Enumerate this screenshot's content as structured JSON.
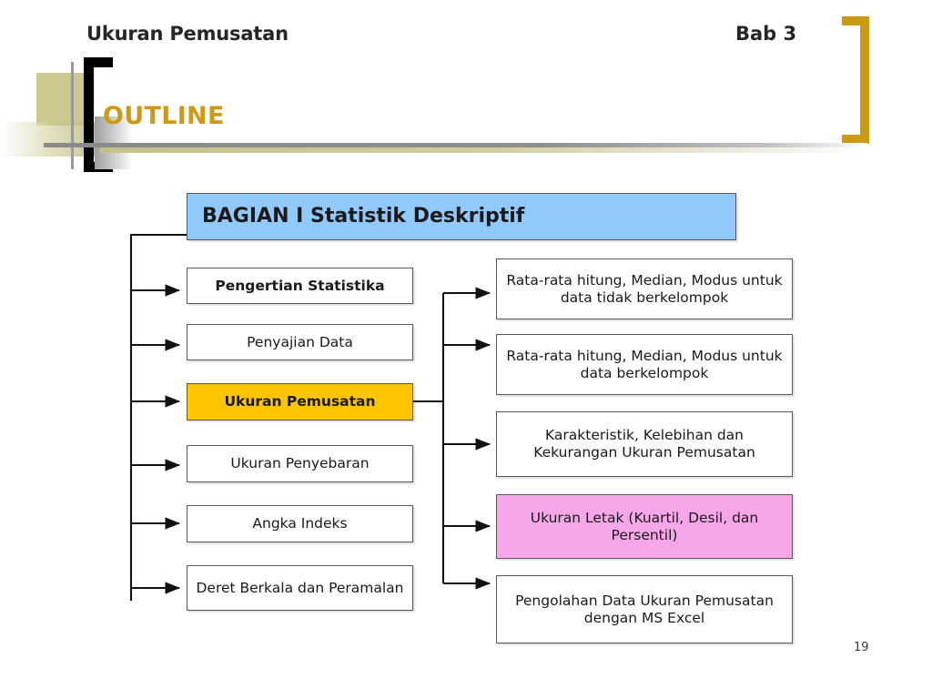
{
  "slide": {
    "header_left": "Ukuran Pemusatan",
    "header_right": "Bab 3",
    "section_title": "OUTLINE",
    "page_number": "19"
  },
  "colors": {
    "title_box": "#92c9fc",
    "highlight_yellow": "#fdc500",
    "highlight_pink": "#f8a6ea",
    "outline_gold": "#cf9a12",
    "bracket_gold": "#cb9a10",
    "olive": "#cbc98e",
    "box_border": "#595959"
  },
  "diagram": {
    "title_box": "BAGIAN  I  Statistik Deskriptif",
    "left_branch": [
      {
        "label": "Pengertian Statistika",
        "bold": true,
        "fill": "white"
      },
      {
        "label": "Penyajian Data",
        "bold": false,
        "fill": "white"
      },
      {
        "label": "Ukuran Pemusatan",
        "bold": true,
        "fill": "yellow"
      },
      {
        "label": "Ukuran Penyebaran",
        "bold": false,
        "fill": "white"
      },
      {
        "label": "Angka Indeks",
        "bold": false,
        "fill": "white"
      },
      {
        "label": "Deret Berkala dan Peramalan",
        "bold": false,
        "fill": "white"
      }
    ],
    "right_branch": [
      {
        "label": "Rata-rata hitung, Median, Modus untuk data tidak berkelompok",
        "bold": false,
        "fill": "white"
      },
      {
        "label": "Rata-rata hitung, Median, Modus untuk data berkelompok",
        "bold": false,
        "fill": "white"
      },
      {
        "label": "Karakteristik, Kelebihan dan Kekurangan Ukuran Pemusatan",
        "bold": false,
        "fill": "white"
      },
      {
        "label": "Ukuran Letak (Kuartil, Desil, dan Persentil)",
        "bold": false,
        "fill": "pink"
      },
      {
        "label": "Pengolahan Data Ukuran Pemusatan dengan MS Excel",
        "bold": false,
        "fill": "white"
      }
    ]
  }
}
